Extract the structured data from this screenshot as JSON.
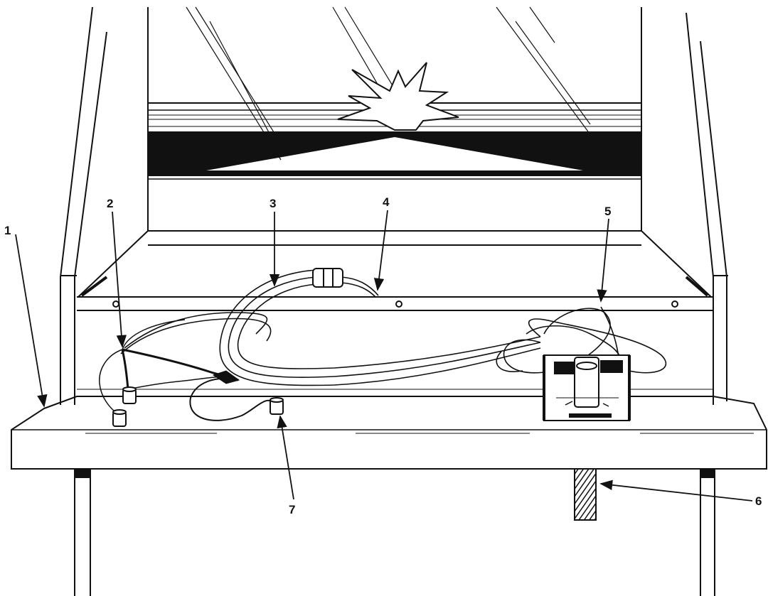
{
  "figure": {
    "colors": {
      "ink": "#111111",
      "paper": "#ffffff"
    },
    "callouts": [
      {
        "label": "1",
        "part": "frame-side-panel"
      },
      {
        "label": "2",
        "part": "cord-junction-left"
      },
      {
        "label": "3",
        "part": "cable-bundle"
      },
      {
        "label": "4",
        "part": "cable-coupler"
      },
      {
        "label": "5",
        "part": "wire-loop-right"
      },
      {
        "label": "6",
        "part": "threaded-support-rod"
      },
      {
        "label": "7",
        "part": "plug-cap"
      }
    ]
  }
}
